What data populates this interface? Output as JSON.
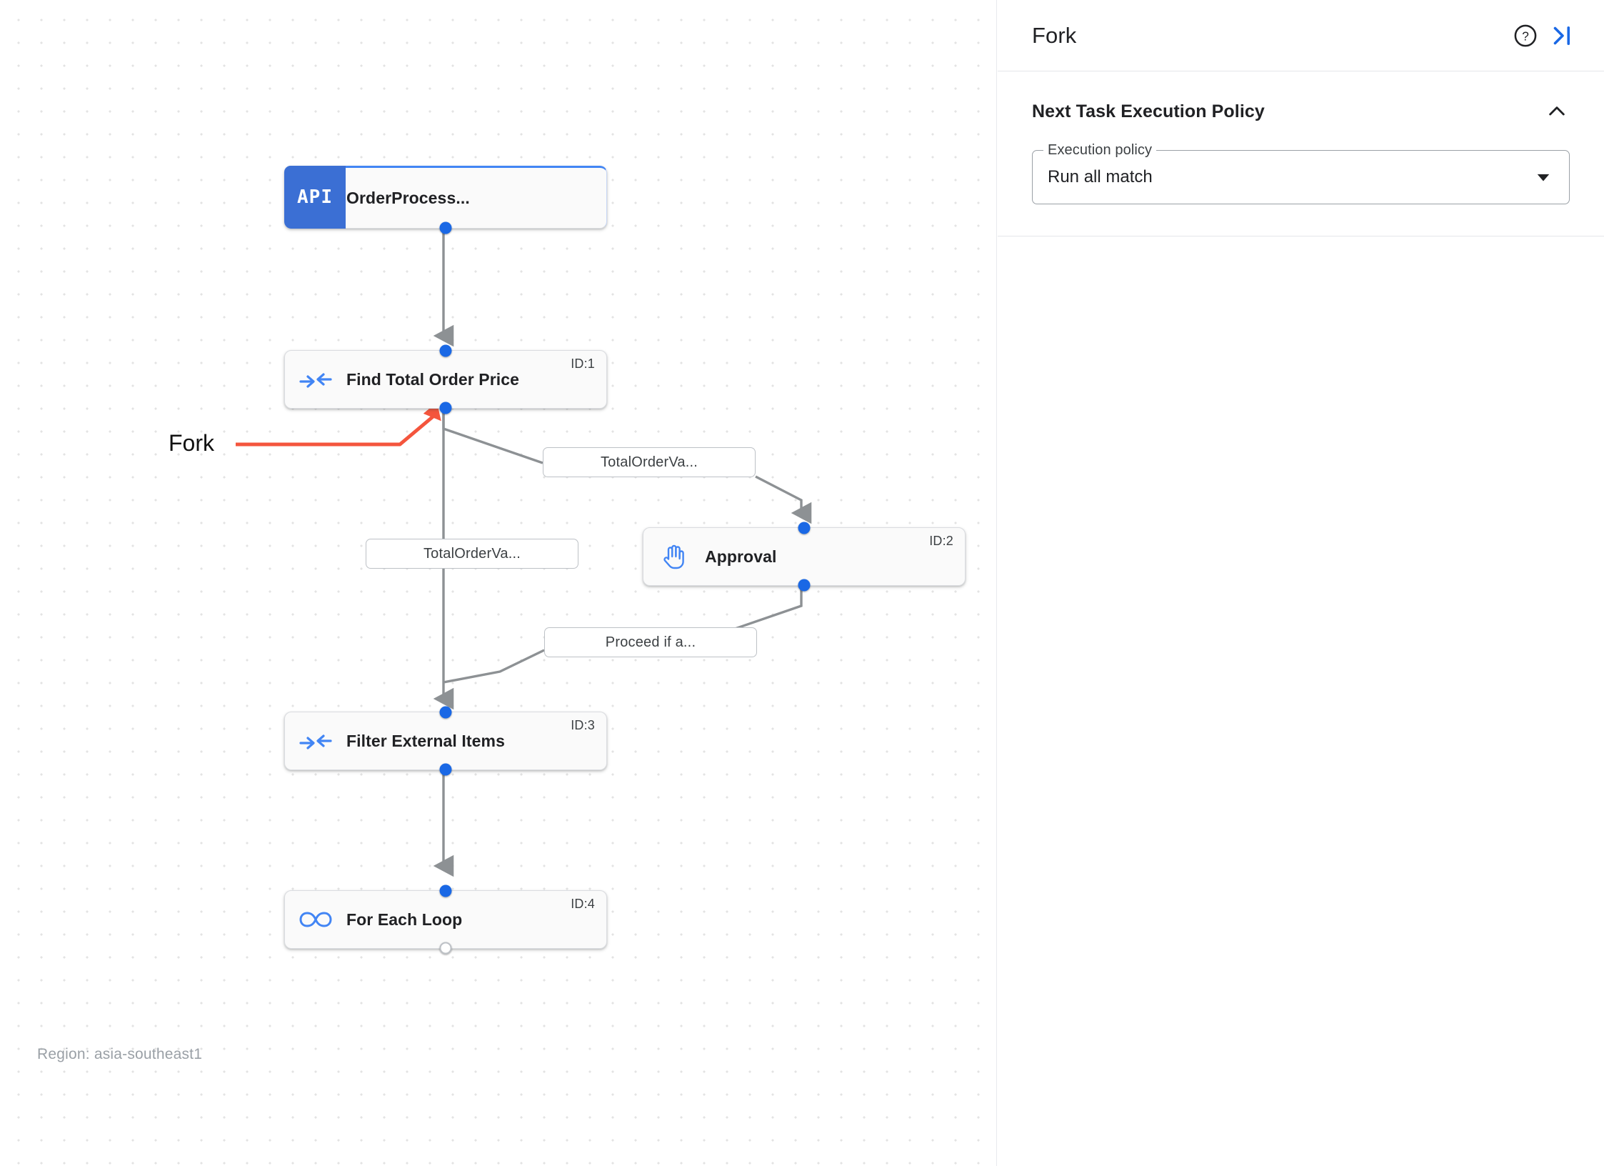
{
  "canvas": {
    "region_label": "Region: asia-southeast1",
    "annotation": {
      "label": "Fork",
      "color": "#f4553d"
    },
    "nodes": [
      {
        "id": "",
        "title": "OrderProcess...",
        "icon": "api-icon",
        "icon_text": "API",
        "selected": true
      },
      {
        "id": "ID:1",
        "title": "Find Total Order Price",
        "icon": "merge-arrows-icon",
        "selected": false
      },
      {
        "id": "ID:2",
        "title": "Approval",
        "icon": "hand-icon",
        "selected": false
      },
      {
        "id": "ID:3",
        "title": "Filter External Items",
        "icon": "merge-arrows-icon",
        "selected": false
      },
      {
        "id": "ID:4",
        "title": "For Each Loop",
        "icon": "infinity-icon",
        "selected": false
      }
    ],
    "edge_labels": [
      {
        "text": "TotalOrderVa..."
      },
      {
        "text": "TotalOrderVa..."
      },
      {
        "text": "Proceed if a..."
      }
    ]
  },
  "panel": {
    "title": "Fork",
    "help_icon": "help-circle-icon",
    "collapse_icon": "collapse-panel-right-icon",
    "section": {
      "title": "Next Task Execution Policy",
      "collapse_icon": "chevron-up-icon",
      "field": {
        "label": "Execution policy",
        "value": "Run all match",
        "dropdown_icon": "chevron-down-icon"
      }
    }
  },
  "colors": {
    "accent": "#1a68e5",
    "api_block": "#3b6fd4",
    "annotation": "#f4553d",
    "node_border": "#dadce0",
    "selected_border": "#4285f4"
  }
}
